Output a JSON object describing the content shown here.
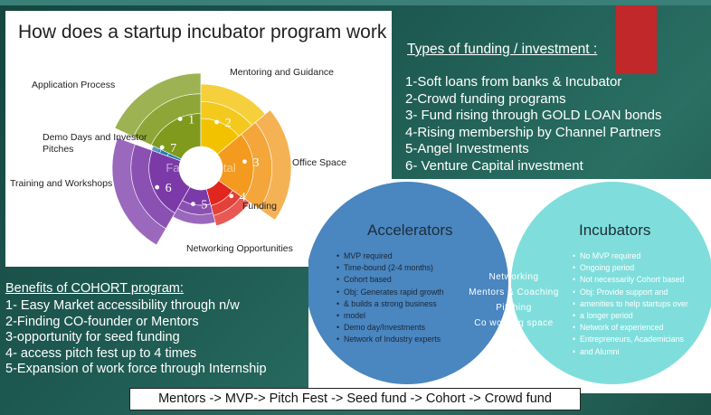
{
  "wheel": {
    "title": "How does a startup incubator program work",
    "watermark": "FasterCapital",
    "labels": {
      "application": "Application Process",
      "mentoring": "Mentoring and Guidance",
      "demo_line1": "Demo Days and Investor",
      "demo_line2": "Pitches",
      "office": "Office Space",
      "training": "Training and Workshops",
      "funding": "Funding",
      "networking": "Networking Opportunities"
    },
    "numbers": [
      "1",
      "2",
      "3",
      "4",
      "5",
      "6",
      "7"
    ],
    "colors": {
      "green": "#7f9a1c",
      "yellow": "#f2c200",
      "orange": "#f39a1f",
      "red": "#e1261f",
      "purple": "#7b3aa8",
      "blue": "#1f7db5"
    }
  },
  "funding": {
    "title": "Types of  funding / investment  :",
    "items": [
      "1-Soft loans from banks & Incubator",
      "2-Crowd funding programs",
      "3- Fund rising through GOLD LOAN bonds",
      "4-Rising membership by Channel Partners",
      "5-Angel Investments",
      "6- Venture Capital investment"
    ]
  },
  "venn": {
    "left_title": "Accelerators",
    "right_title": "Incubators",
    "left_items": [
      "MVP required",
      "Time-bound (2-4 months)",
      "Cohort based",
      "Obj: Generates rapid growth",
      "& builds a strong business",
      "model",
      "Demo day/Investments",
      "Network of Industry experts"
    ],
    "right_items": [
      "No MVP required",
      "Ongoing period",
      "Not necessarily Cohort based",
      "Obj: Provide support and",
      "amenities to help startups over",
      "a longer period",
      "Network of experienced",
      "Entrepreneurs, Academicians",
      "and Alumni"
    ],
    "middle_items": [
      "Networking",
      "Mentors & Coaching",
      "Pitching",
      "Co working space"
    ],
    "colors": {
      "left": "#4a86c0",
      "right": "#7fdedc",
      "overlap": "#3c7fa8"
    }
  },
  "cohort": {
    "title": "Benefits of COHORT program:",
    "items": [
      "1- Easy Market accessibility through n/w",
      "2-Finding  CO-founder or  Mentors",
      "3-opportunity for seed funding",
      "4- access pitch fest up to 4 times",
      "5-Expansion of work force through Internship"
    ]
  },
  "flow": {
    "text": "Mentors -> MVP-> Pitch Fest -> Seed fund -> Cohort -> Crowd fund"
  }
}
